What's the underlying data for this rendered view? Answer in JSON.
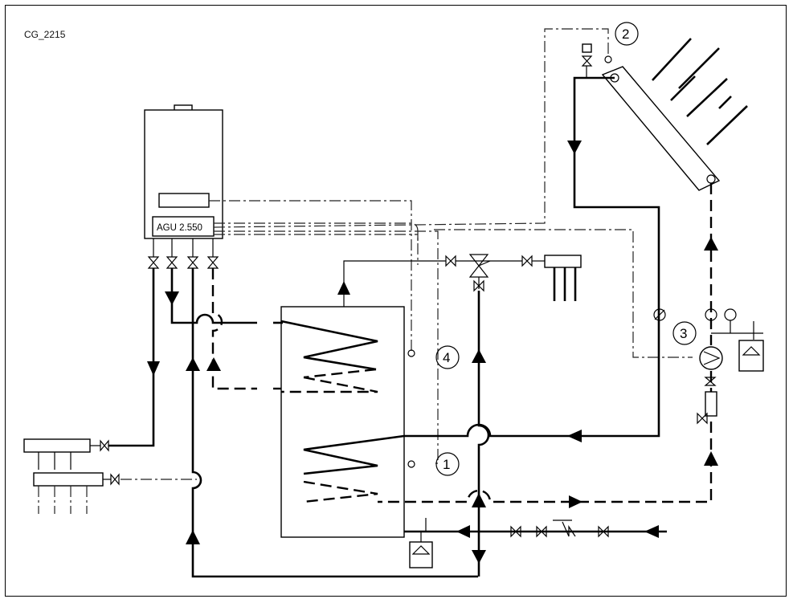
{
  "figure_id": "CG_2215",
  "boiler": {
    "controller_label": "AGU 2.550"
  },
  "callouts": [
    "1",
    "2",
    "3",
    "4"
  ]
}
